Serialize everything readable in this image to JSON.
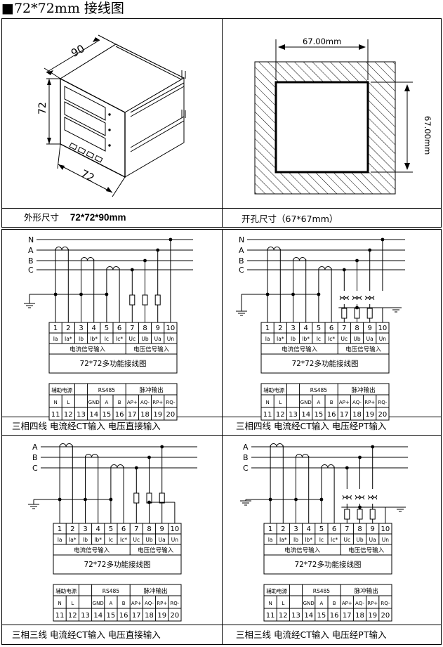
{
  "title": "■72*72mm 接线图",
  "outline": {
    "depth_label": "90",
    "height_label": "72",
    "width_label": "72",
    "caption_prefix": "外形尺寸",
    "caption_value": "72*72*90mm"
  },
  "cutout": {
    "width_label": "67.00mm",
    "height_label": "67.00mm",
    "caption": "开孔尺寸（67*67mm）"
  },
  "phase_labels": [
    "N",
    "A",
    "B",
    "C"
  ],
  "terminal_block": {
    "top_numbers": [
      "1",
      "2",
      "3",
      "4",
      "5",
      "6",
      "7",
      "8",
      "9",
      "10"
    ],
    "top_signals": [
      "Ia",
      "Ia*",
      "Ib",
      "Ib*",
      "Ic",
      "Ic*",
      "Uc",
      "Ub",
      "Ua",
      "Un"
    ],
    "current_group": "电流信号输入",
    "voltage_group": "电压信号输入",
    "center_title": "72*72多功能接线图",
    "aux_power": "辅助电源",
    "rs485": "RS485",
    "pulse_output": "脉冲输出",
    "bottom_signals": [
      "N",
      "L",
      "",
      "GND",
      "A",
      "B",
      "AP+",
      "AQ-",
      "RP+",
      "RQ-"
    ],
    "bottom_numbers": [
      "11",
      "12",
      "13",
      "14",
      "15",
      "16",
      "17",
      "18",
      "19",
      "20"
    ]
  },
  "panels": [
    {
      "caption": "三相四线  电流经CT输入  电压直接输入",
      "phases": [
        "N",
        "A",
        "B",
        "C"
      ]
    },
    {
      "caption": "三相四线  电流经CT输入  电压经PT输入",
      "phases": [
        "N",
        "A",
        "B",
        "C"
      ]
    },
    {
      "caption": "三相三线  电流经CT输入  电压直接输入",
      "phases": [
        "A",
        "B",
        "C"
      ]
    },
    {
      "caption": "三相三线  电流经CT输入  电压经PT输入",
      "phases": [
        "A",
        "B",
        "C"
      ]
    }
  ]
}
